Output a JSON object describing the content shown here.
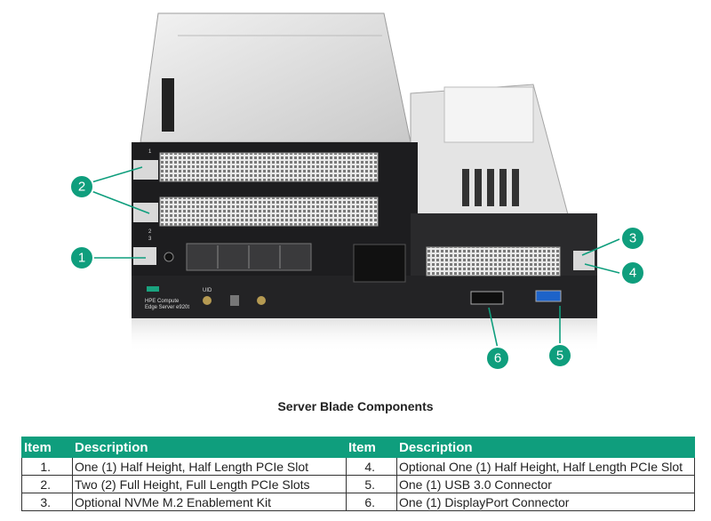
{
  "caption": "Server Blade Components",
  "device": {
    "brand_line1": "HPE Compute",
    "brand_line2": "Edge Server e920t",
    "uid_label": "UID",
    "slot_top_label": "1",
    "slot_mid_label": "2",
    "slot_low_label": "3"
  },
  "callouts": [
    {
      "label": "1"
    },
    {
      "label": "2"
    },
    {
      "label": "3"
    },
    {
      "label": "4"
    },
    {
      "label": "5"
    },
    {
      "label": "6"
    }
  ],
  "table": {
    "headers": [
      "Item",
      "Description",
      "Item",
      "Description"
    ],
    "rows": [
      {
        "item_a": "1.",
        "desc_a": "One (1) Half Height, Half Length PCIe Slot",
        "item_b": "4.",
        "desc_b": "Optional One (1) Half Height, Half Length PCIe Slot"
      },
      {
        "item_a": "2.",
        "desc_a": "Two (2) Full Height, Full Length PCIe Slots",
        "item_b": "5.",
        "desc_b": "One (1) USB 3.0 Connector"
      },
      {
        "item_a": "3.",
        "desc_a": "Optional NVMe M.2 Enablement Kit",
        "item_b": "6.",
        "desc_b": "One (1) DisplayPort Connector"
      }
    ]
  },
  "colors": {
    "accent": "#0f9e7d",
    "chassis": "#1d1d1f",
    "sheet_metal": "#dcdcdc"
  }
}
